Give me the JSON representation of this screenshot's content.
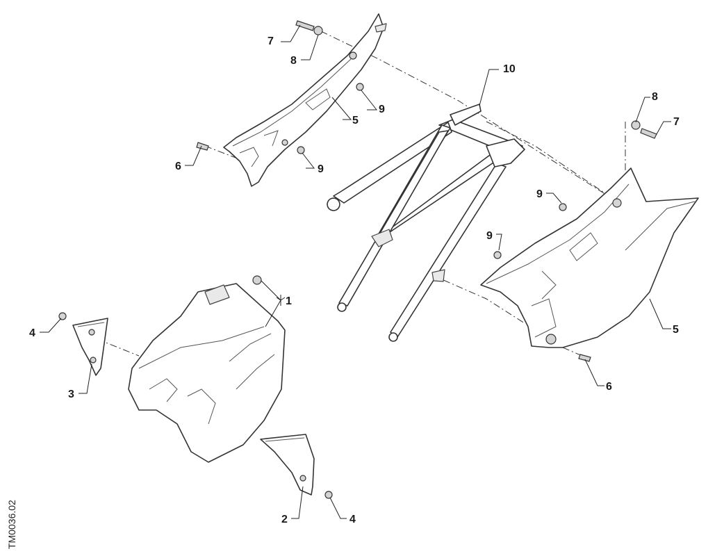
{
  "diagram": {
    "callouts": {
      "c1": "1",
      "c2": "2",
      "c3": "3",
      "c4a": "4",
      "c4b": "4",
      "c5a": "5",
      "c5b": "5",
      "c6a": "6",
      "c6b": "6",
      "c7a": "7",
      "c7b": "7",
      "c8a": "8",
      "c8b": "8",
      "c9a": "9",
      "c9b": "9",
      "c9c": "9",
      "c9d": "9",
      "c10": "10"
    },
    "reference_code": "TM0036.02"
  }
}
